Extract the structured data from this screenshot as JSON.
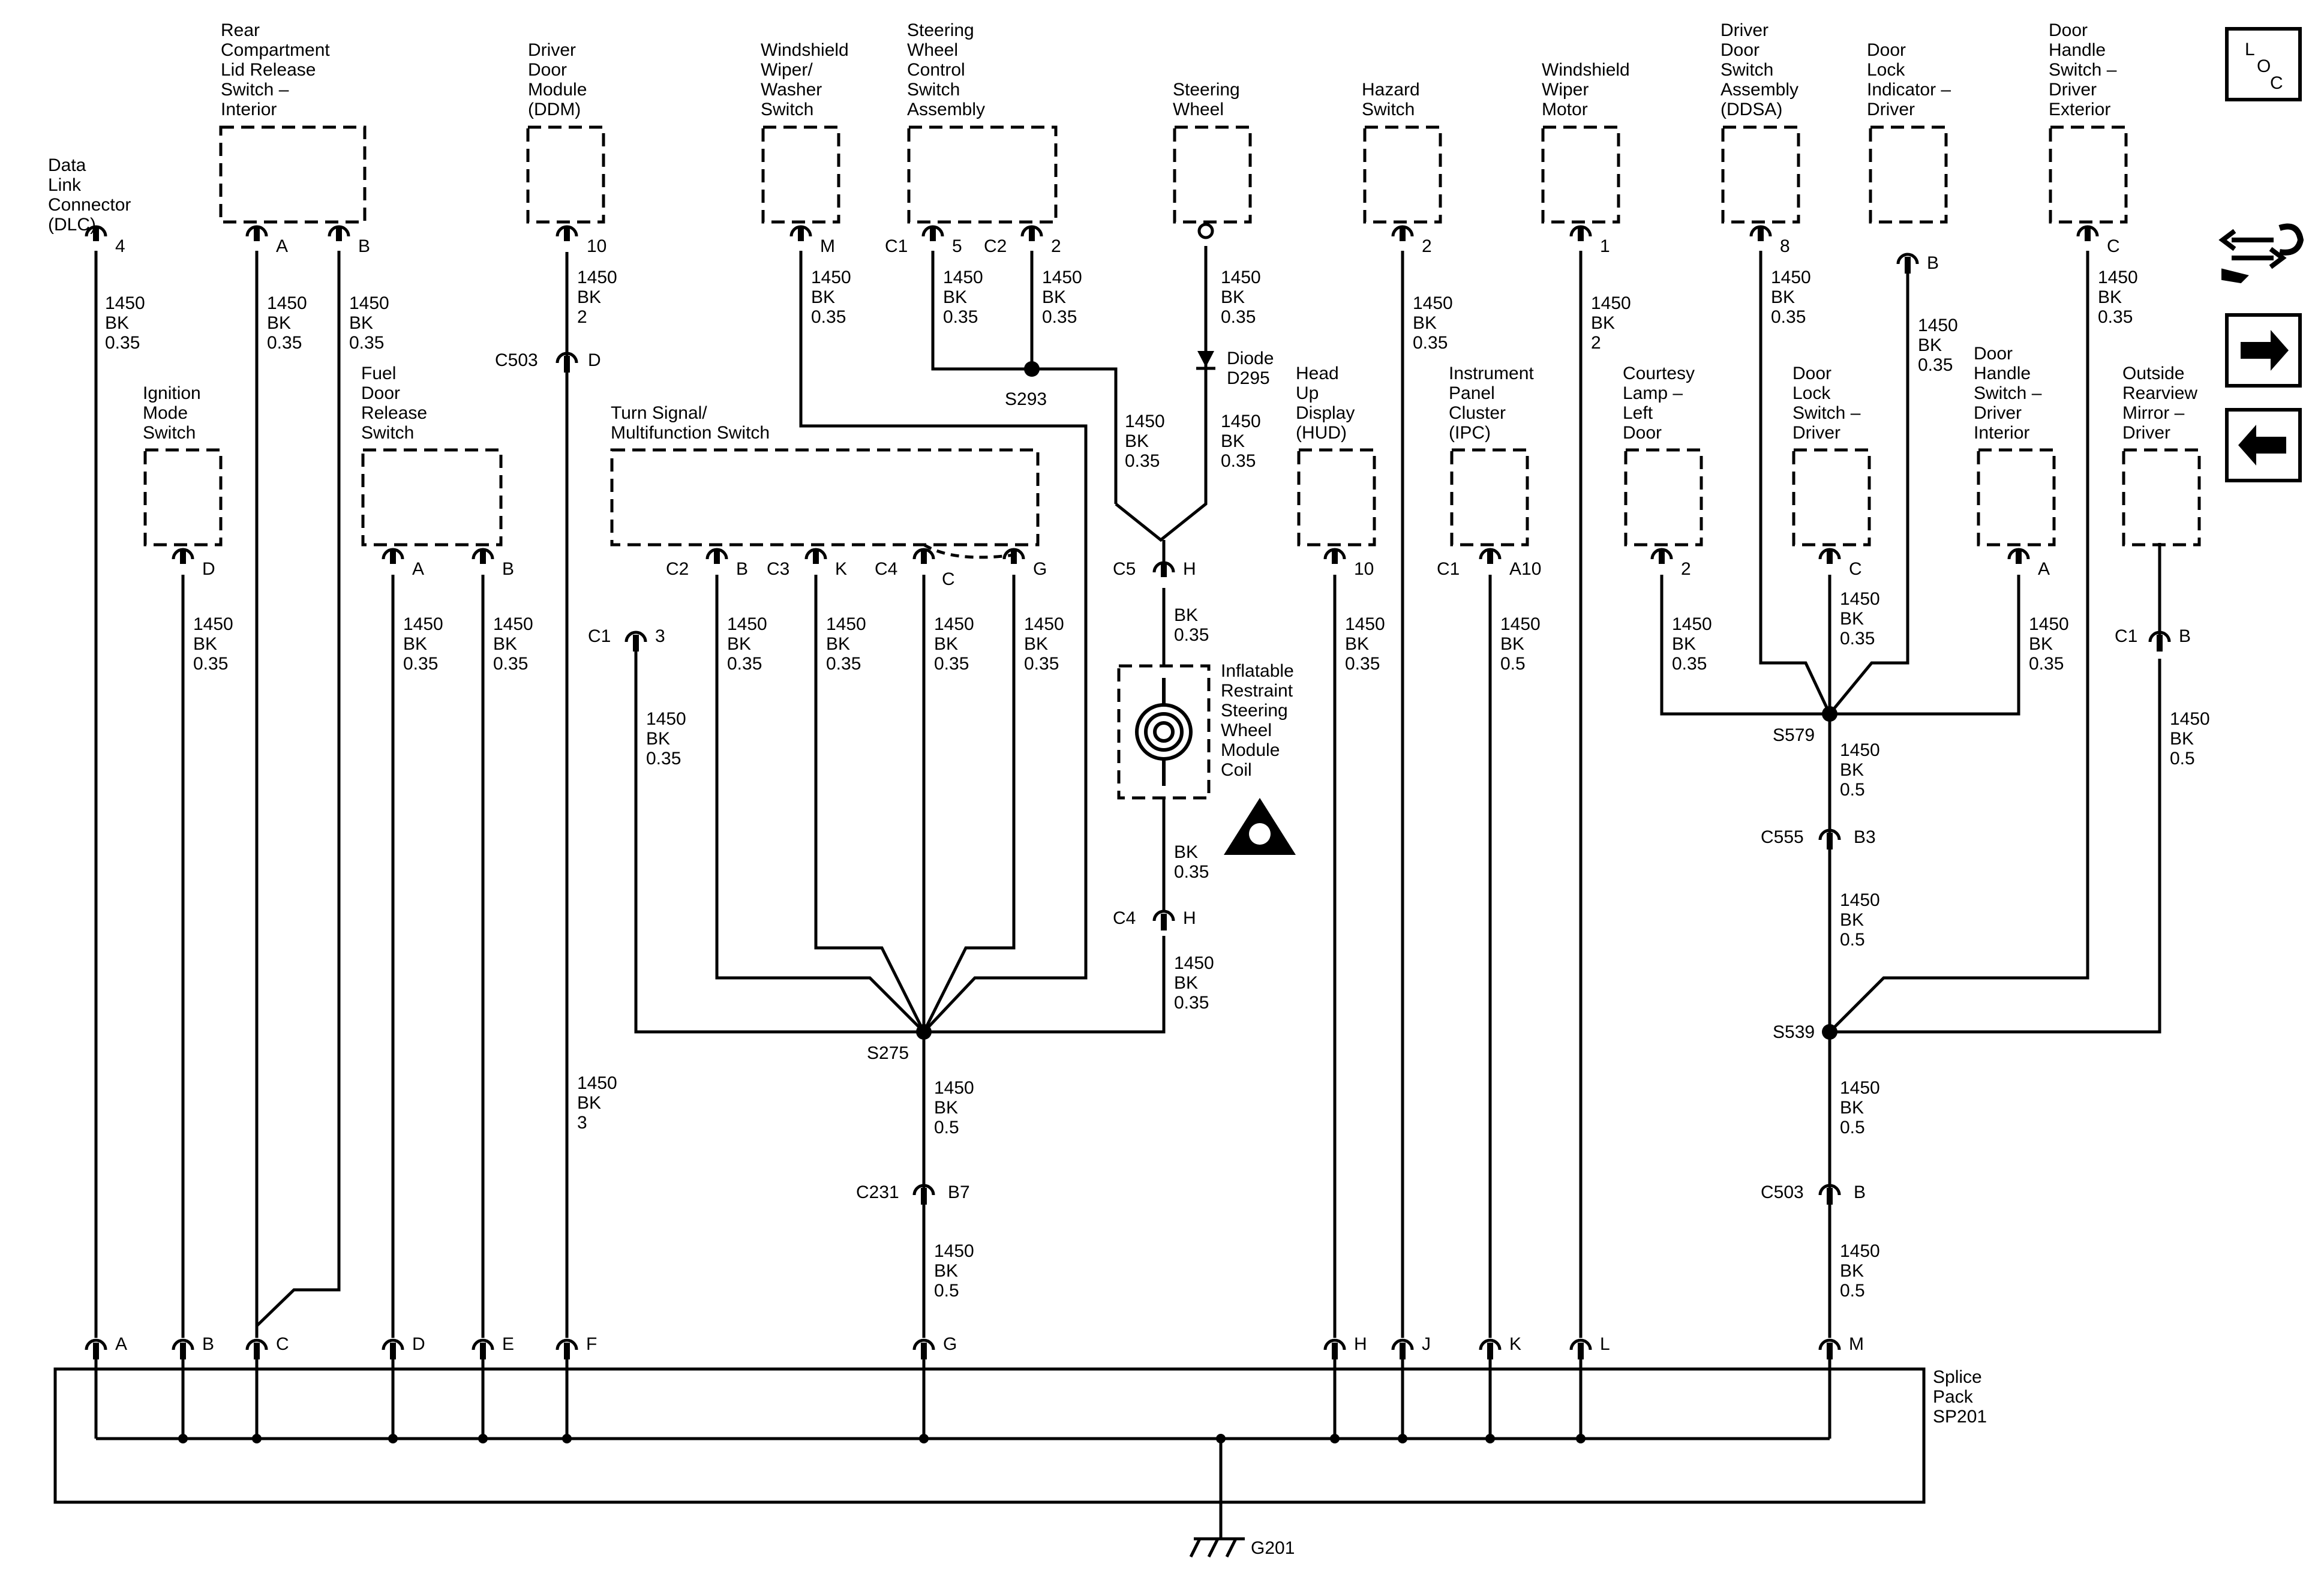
{
  "components": {
    "dlc": [
      "Data",
      "Link",
      "Connector",
      "(DLC)"
    ],
    "rear_lid": [
      "Rear",
      "Compartment",
      "Lid Release",
      "Switch –",
      "Interior"
    ],
    "ddm": [
      "Driver",
      "Door",
      "Module",
      "(DDM)"
    ],
    "wiper_switch": [
      "Windshield",
      "Wiper/",
      "Washer",
      "Switch"
    ],
    "swc": [
      "Steering",
      "Wheel",
      "Control",
      "Switch",
      "Assembly"
    ],
    "steering_wheel": [
      "Steering",
      "Wheel"
    ],
    "hazard": [
      "Hazard",
      "Switch"
    ],
    "wiper_motor": [
      "Windshield",
      "Wiper",
      "Motor"
    ],
    "ddsa": [
      "Driver",
      "Door",
      "Switch",
      "Assembly",
      "(DDSA)"
    ],
    "lock_indicator": [
      "Door",
      "Lock",
      "Indicator –",
      "Driver"
    ],
    "handle_ext": [
      "Door",
      "Handle",
      "Switch –",
      "Driver",
      "Exterior"
    ],
    "ignition_mode": [
      "Ignition",
      "Mode",
      "Switch"
    ],
    "fuel_door": [
      "Fuel",
      "Door",
      "Release",
      "Switch"
    ],
    "turn_signal": [
      "Turn Signal/",
      "Multifunction Switch"
    ],
    "airbag_coil": [
      "Inflatable",
      "Restraint",
      "Steering",
      "Wheel",
      "Module",
      "Coil"
    ],
    "diode": [
      "Diode",
      "D295"
    ],
    "hud": [
      "Head",
      "Up",
      "Display",
      "(HUD)"
    ],
    "ipc": [
      "Instrument",
      "Panel",
      "Cluster",
      "(IPC)"
    ],
    "courtesy_lamp": [
      "Courtesy",
      "Lamp –",
      "Left",
      "Door"
    ],
    "lock_switch": [
      "Door",
      "Lock",
      "Switch –",
      "Driver"
    ],
    "handle_int": [
      "Door",
      "Handle",
      "Switch –",
      "Driver",
      "Interior"
    ],
    "mirror": [
      "Outside",
      "Rearview",
      "Mirror –",
      "Driver"
    ],
    "splice_pack": [
      "Splice",
      "Pack",
      "SP201"
    ],
    "ground": "G201"
  },
  "wires": {
    "w035": [
      "1450",
      "BK",
      "0.35"
    ],
    "w05": [
      "1450",
      "BK",
      "0.5"
    ],
    "w2": [
      "1450",
      "BK",
      "2"
    ],
    "w3": [
      "1450",
      "BK",
      "3"
    ],
    "bk035": [
      "BK",
      "0.35"
    ]
  },
  "pins": {
    "dlc": "4",
    "rear_a": "A",
    "rear_b": "B",
    "ddm": "10",
    "wiper_sw": "M",
    "swc_c1": "C1",
    "swc_5": "5",
    "swc_c2": "C2",
    "swc_2": "2",
    "hazard": "2",
    "wiper_motor": "1",
    "ddsa": "8",
    "lock_ind": "B",
    "handle_ext": "C",
    "c503_conn": "C503",
    "c503_pin": "D",
    "ign": "D",
    "fuel_a": "A",
    "fuel_b": "B",
    "ts_c1": "C1",
    "ts_3": "3",
    "ts_c2": "C2",
    "ts_b": "B",
    "ts_c3": "C3",
    "ts_k": "K",
    "ts_c4": "C4",
    "ts_c": "C",
    "ts_g": "G",
    "c5": "C5",
    "c5_h": "H",
    "c4": "C4",
    "c4_h": "H",
    "hud": "10",
    "ipc_c1": "C1",
    "ipc_a10": "A10",
    "lamp": "2",
    "lock_sw": "C",
    "handle_int": "A",
    "mirror_c1": "C1",
    "mirror_b": "B",
    "c555": "C555",
    "c555_pin": "B3",
    "c231": "C231",
    "c231_pin": "B7",
    "c503b": "C503",
    "c503b_pin": "B",
    "sp_a": "A",
    "sp_b": "B",
    "sp_c": "C",
    "sp_d": "D",
    "sp_e": "E",
    "sp_f": "F",
    "sp_g": "G",
    "sp_h": "H",
    "sp_j": "J",
    "sp_k": "K",
    "sp_l": "L",
    "sp_m": "M"
  },
  "splices": {
    "s293": "S293",
    "s275": "S275",
    "s579": "S579",
    "s539": "S539"
  },
  "sidebar": {
    "loc_l": "L",
    "loc_o": "O",
    "loc_c": "C"
  }
}
